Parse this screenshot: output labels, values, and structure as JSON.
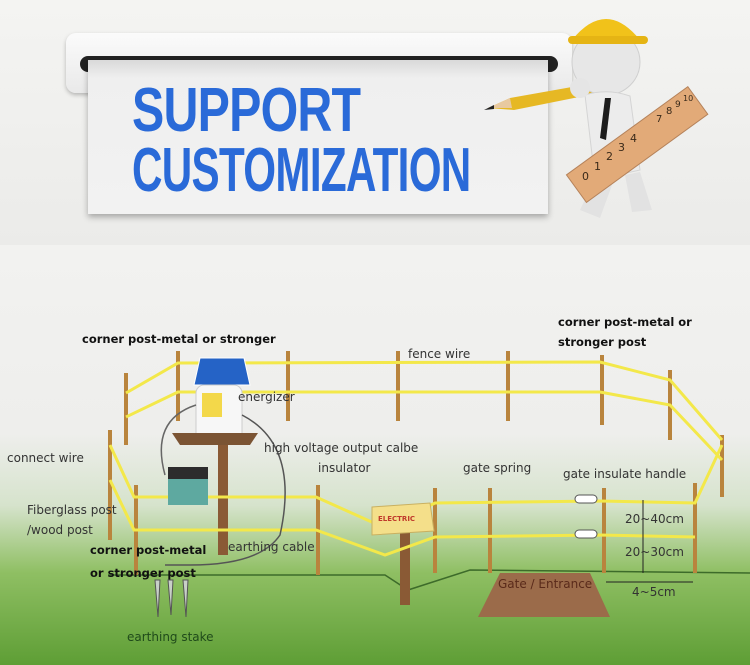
{
  "banner": {
    "title_line1": "SUPPORT",
    "title_line2": "CUSTOMIZATION",
    "title_color": "#2a6ad8",
    "ruler_numbers": [
      "0",
      "1",
      "2",
      "3",
      "4",
      "7",
      "8",
      "9",
      "10"
    ]
  },
  "diagram": {
    "labels": {
      "corner_post_top_left": "corner post-metal or stronger",
      "corner_post_top_right_1": "corner post-metal or",
      "corner_post_top_right_2": "stronger post",
      "fence_wire": "fence wire",
      "energizer": "energizer",
      "high_voltage": "high voltage output calbe",
      "insulator": "insulator",
      "connect_wire": "connect wire",
      "gate_spring": "gate spring",
      "gate_insulate_handle": "gate insulate handle",
      "fiberglass_post_1": "Fiberglass post",
      "fiberglass_post_2": "/wood post",
      "corner_post_bottom_1": "corner post-metal",
      "corner_post_bottom_2": "or stronger post",
      "earthing_cable": "earthing cable",
      "earthing_stake": "earthing stake",
      "gate_entrance": "Gate / Entrance",
      "dim_upper": "20~40cm",
      "dim_lower": "20~30cm",
      "dim_width": "4~5cm",
      "sign_text": "ELECTRIC"
    },
    "colors": {
      "wire": "#f3e84a",
      "post": "#b9843d",
      "ground": "#6aa63f",
      "gate": "#9b6b4a"
    }
  }
}
